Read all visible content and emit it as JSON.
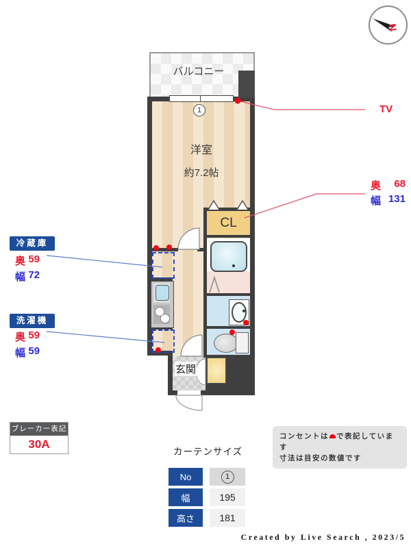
{
  "compass": {
    "north": "N"
  },
  "plan": {
    "balcony": "バルコニー",
    "window_no": "1",
    "room_name": "洋室",
    "room_size": "約7.2帖",
    "closet": "CL",
    "entrance": "玄関"
  },
  "labels": {
    "tv": "TV",
    "closet_dims": {
      "depth_label": "奥",
      "depth": "68",
      "width_label": "幅",
      "width": "131"
    },
    "fridge": {
      "title": "冷蔵庫",
      "depth_label": "奥",
      "depth": "59",
      "width_label": "幅",
      "width": "72"
    },
    "washer": {
      "title": "洗濯機",
      "depth_label": "奥",
      "depth": "59",
      "width_label": "幅",
      "width": "59"
    }
  },
  "breaker": {
    "title": "ブレーカー表記",
    "value": "30A"
  },
  "note": {
    "line1_before": "コンセントは",
    "line1_after": "で表記しています",
    "line2": "寸法は目安の数値です"
  },
  "curtain": {
    "title": "カーテンサイズ",
    "rows": [
      {
        "label": "No",
        "value": "1"
      },
      {
        "label": "幅",
        "value": "195"
      },
      {
        "label": "高さ",
        "value": "181"
      }
    ]
  },
  "footer": "Created by Live Search , 2023/5",
  "colors": {
    "accent_red": "#e8192c",
    "accent_blue": "#2b2bd5",
    "navy": "#1d4d99",
    "wall": "#3f3f3f",
    "closet_fill": "#f1d086"
  }
}
